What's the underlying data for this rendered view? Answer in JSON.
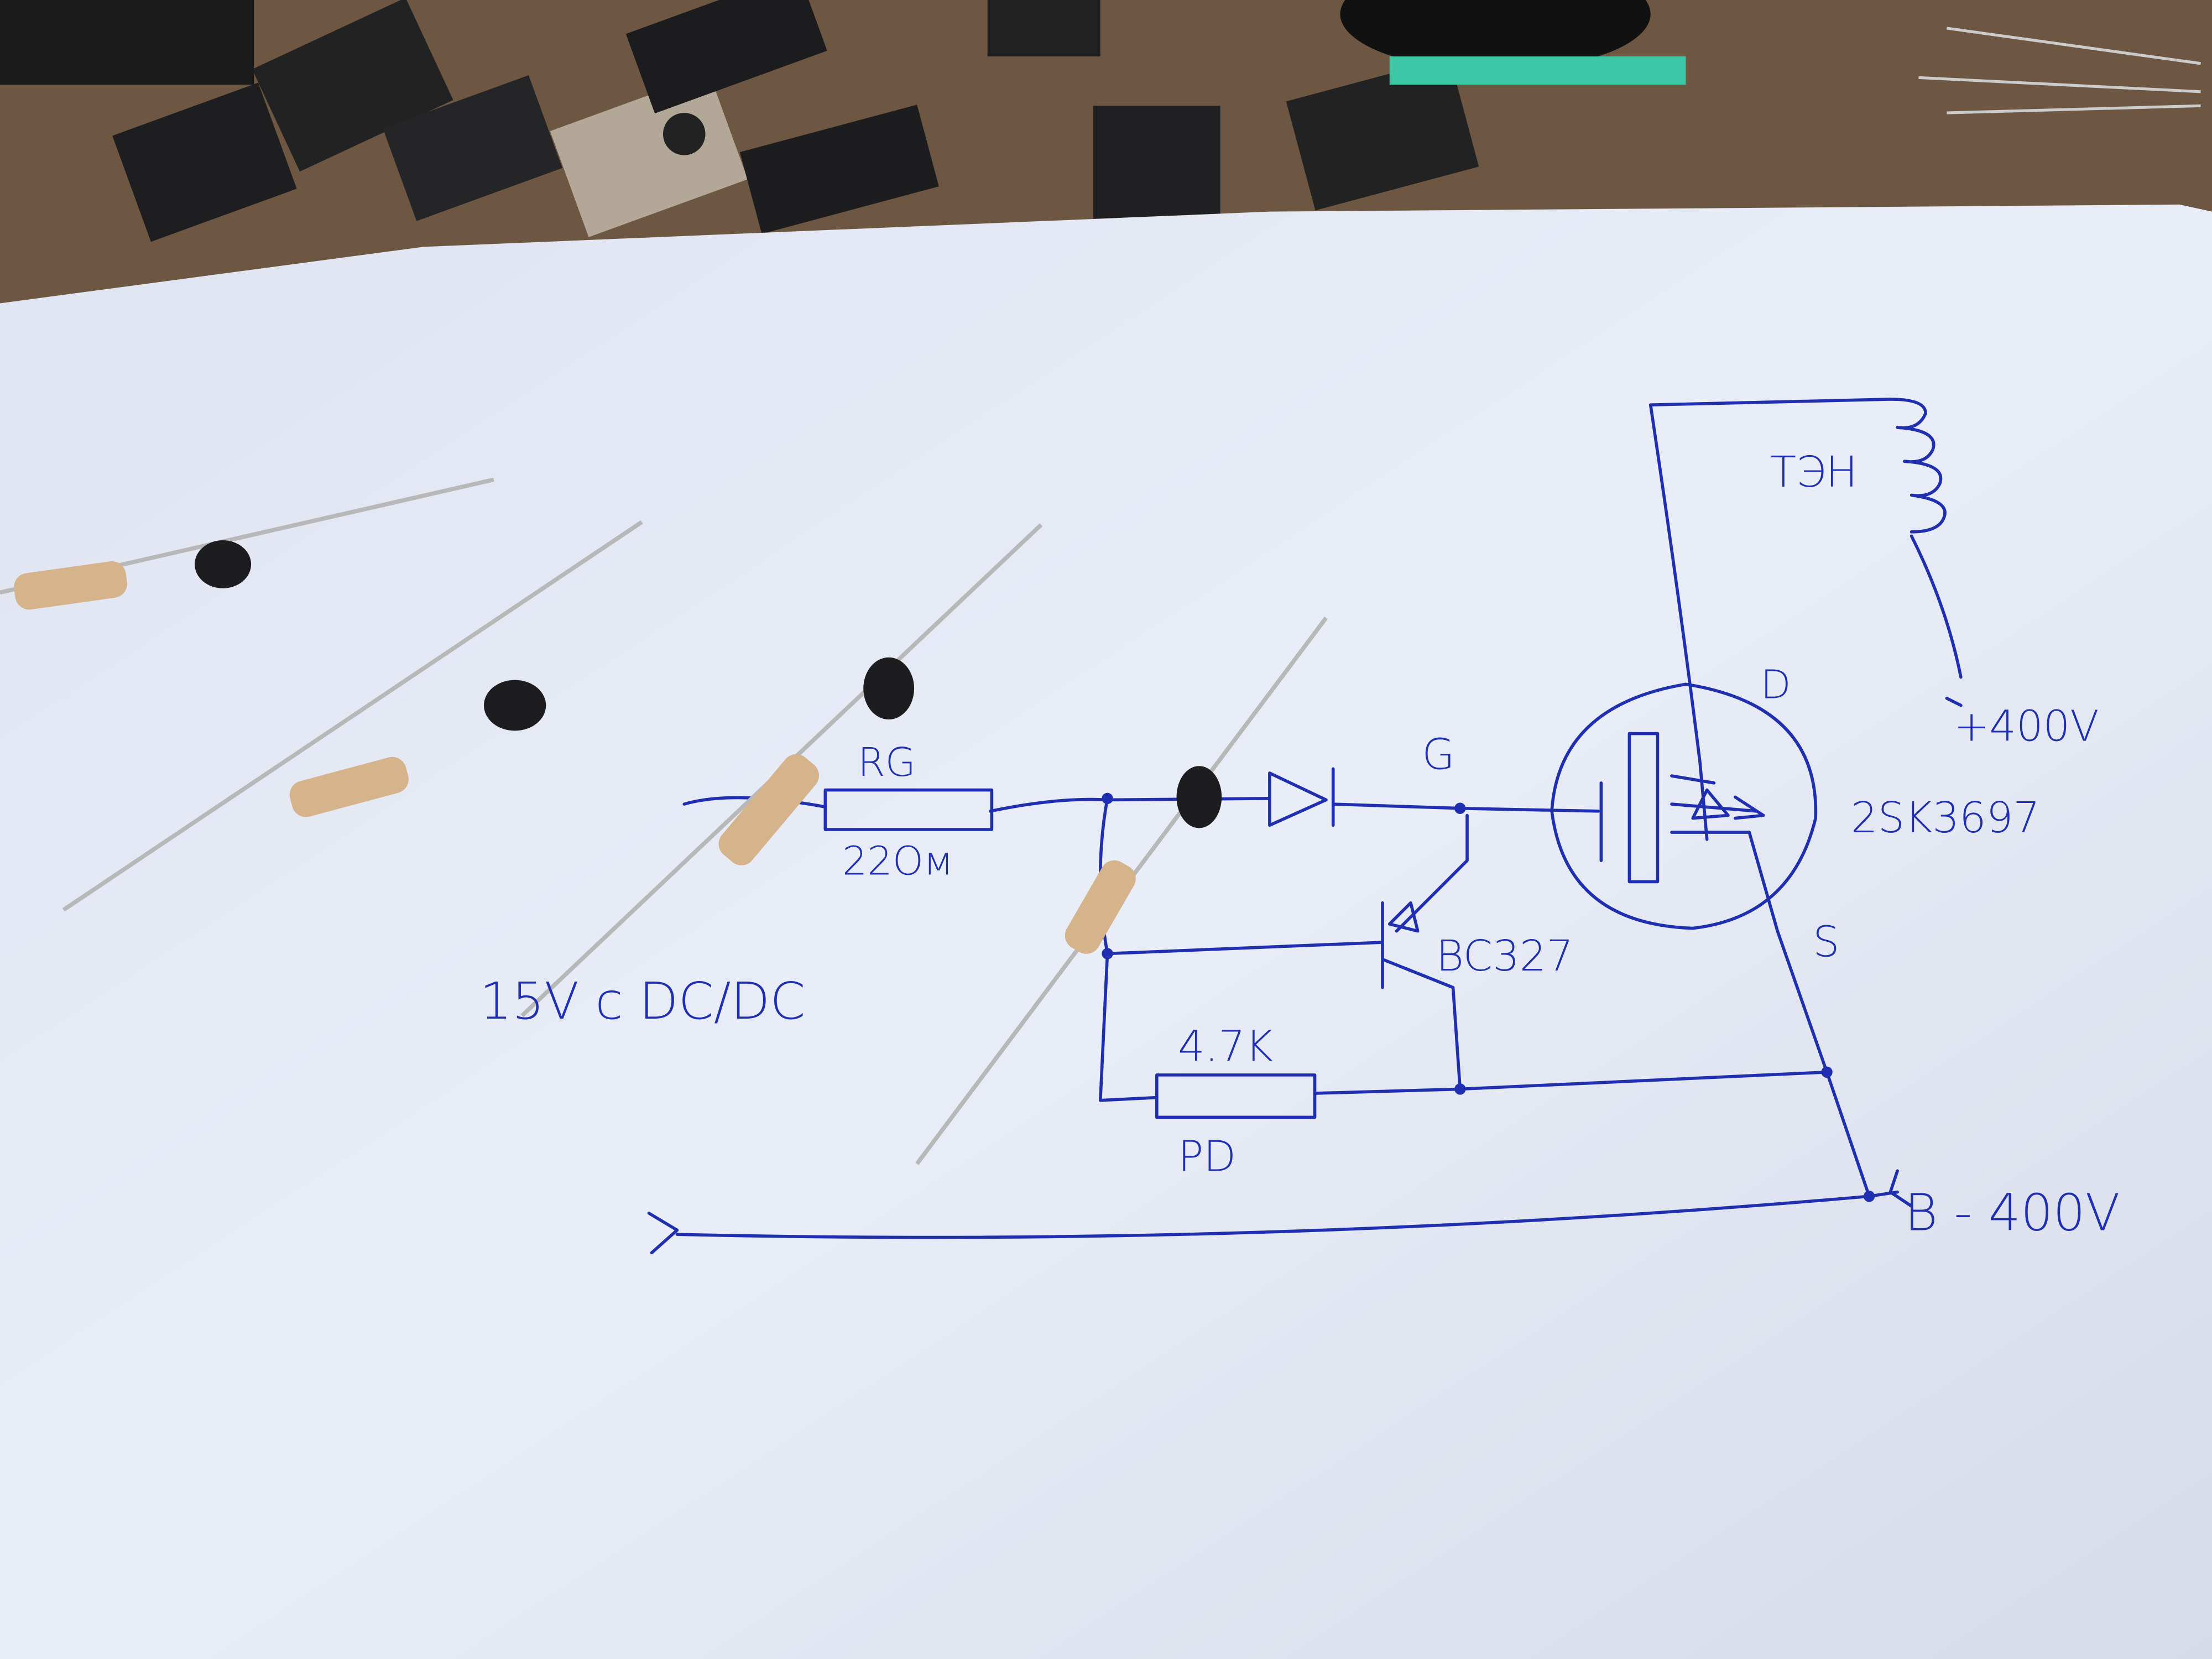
{
  "schematic": {
    "heater_label": "ТЭН",
    "plus_supply": "+400V",
    "minus_supply": "B - 400V",
    "mosfet_model": "2SK3697",
    "drain_label": "D",
    "source_label": "S",
    "gate_label": "G",
    "bjt_model": "BC327",
    "gate_resistor_label": "RG",
    "gate_resistor_value": "22Ом",
    "pulldown_resistor_value": "4.7K",
    "pulldown_label": "PD",
    "input_label": "15V c DC/DC"
  },
  "colors": {
    "ink": "#1f2fb0",
    "paper": "#e8ecf6",
    "wood": "#6b5440"
  }
}
